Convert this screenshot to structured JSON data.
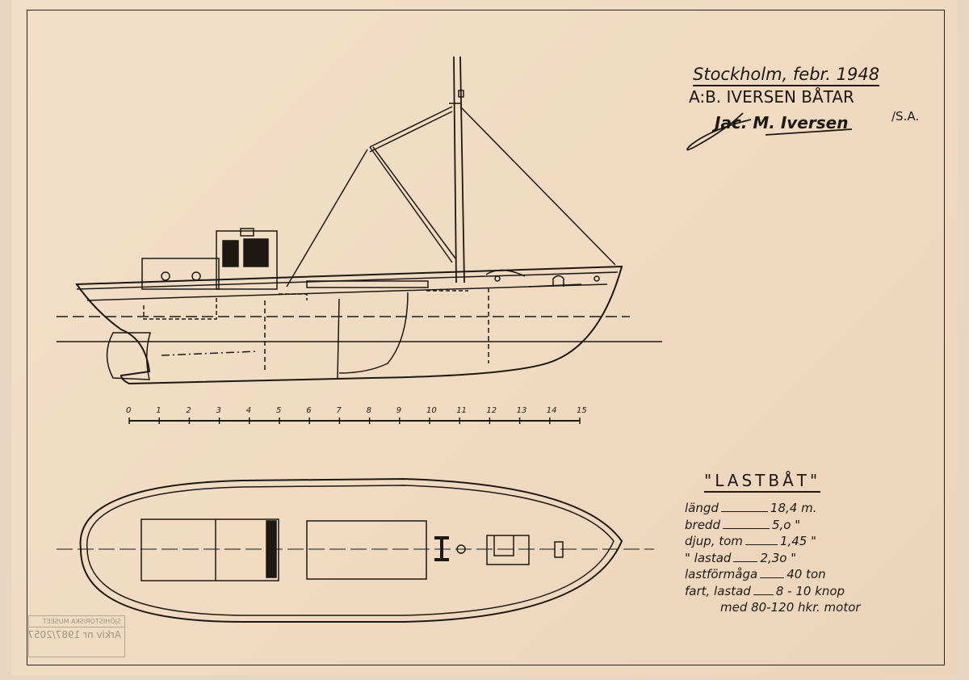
{
  "header": {
    "place_date": "Stockholm, febr. 1948",
    "company": "A:B. IVERSEN BÅTAR",
    "suffix": "/S.A.",
    "signature": "Jac. M. Iversen"
  },
  "title": "\"LASTBÅT\"",
  "specs": [
    {
      "label": "längd",
      "value": "18,4 m."
    },
    {
      "label": "bredd",
      "value": "5,o \""
    },
    {
      "label": "djup, tom",
      "value": "1,45 \""
    },
    {
      "label": "\"   lastad",
      "value": "2,3o \""
    },
    {
      "label": "lastförmåga",
      "value": "40  ton"
    },
    {
      "label": "fart, lastad",
      "value": "8 - 10 knop"
    },
    {
      "label": "",
      "value": "med 80-120 hkr. motor"
    }
  ],
  "scale": {
    "ticks": [
      "0",
      "1",
      "2",
      "3",
      "4",
      "5",
      "6",
      "7",
      "8",
      "9",
      "10",
      "11",
      "12",
      "13",
      "14",
      "15"
    ]
  },
  "stamp": {
    "line1": "SJÖHISTORISKA MUSEET",
    "line2": "Arkiv nr 1987/2057"
  },
  "colors": {
    "paper": "#f1dcc4",
    "ink": "#1d1812"
  }
}
